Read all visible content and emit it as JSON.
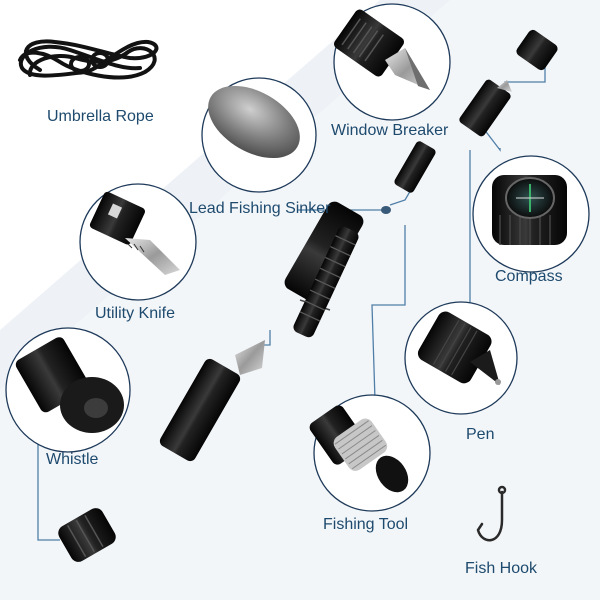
{
  "labels": {
    "umbrella_rope": "Umbrella Rope",
    "window_breaker": "Window Breaker",
    "lead_fishing_sinker": "Lead Fishing Sinker",
    "compass": "Compass",
    "utility_knife": "Utility Knife",
    "whistle": "Whistle",
    "pen": "Pen",
    "fishing_tool": "Fishing Tool",
    "fish_hook": "Fish Hook"
  },
  "colors": {
    "label_text": "#1e4a6e",
    "circle_stroke": "#1e3a5a",
    "leader_line": "#4f7fa8",
    "background_band": "#eef2f6",
    "metal_black": "#141414"
  },
  "icons": [
    "paracord-rope-icon",
    "glass-breaker-tip-icon",
    "lead-sinker-icon",
    "compass-icon",
    "knife-blade-icon",
    "whistle-icon",
    "pen-tip-icon",
    "fishing-line-spool-icon",
    "fish-hook-icon",
    "tactical-pen-body-icon"
  ]
}
